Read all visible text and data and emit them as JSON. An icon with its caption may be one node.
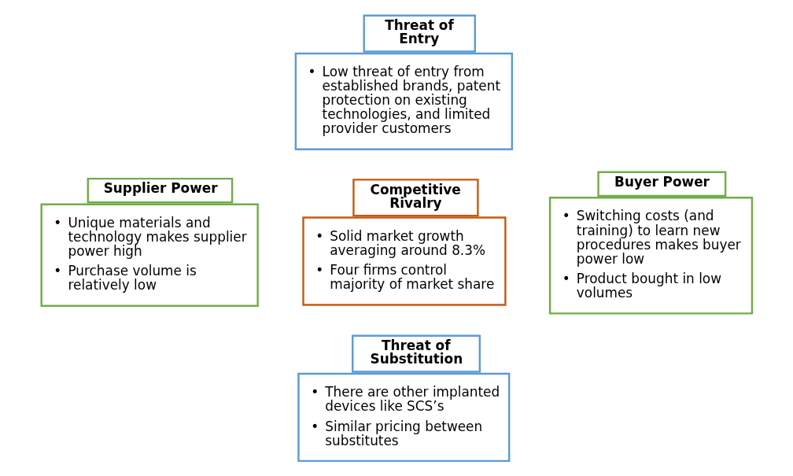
{
  "diagram": {
    "nodes": [
      {
        "text": [
          "Threat of Entry",
          "• Low threat of entry from established brands, patent protection on existing technologies, and limited provider customers"
        ]
      },
      {
        "text": [
          "Supplier Power",
          "• Unique materials and technology makes supplier power high",
          "• Purchase volume is relatively low"
        ]
      },
      {
        "text": [
          "Competitive Rivalry",
          "• Solid market growth averaging around 8.3%",
          "• Four firms control majority of market share"
        ]
      },
      {
        "text": [
          "Buyer Power",
          "• Switching costs (and training) to learn new procedures makes buyer power low",
          "• Product bought in low volumes"
        ]
      },
      {
        "text": [
          "Threat of Substitution",
          "• There are other implanted devices like SCS’s",
          "• Similar pricing between substitutes"
        ]
      }
    ],
    "edges": []
  }
}
